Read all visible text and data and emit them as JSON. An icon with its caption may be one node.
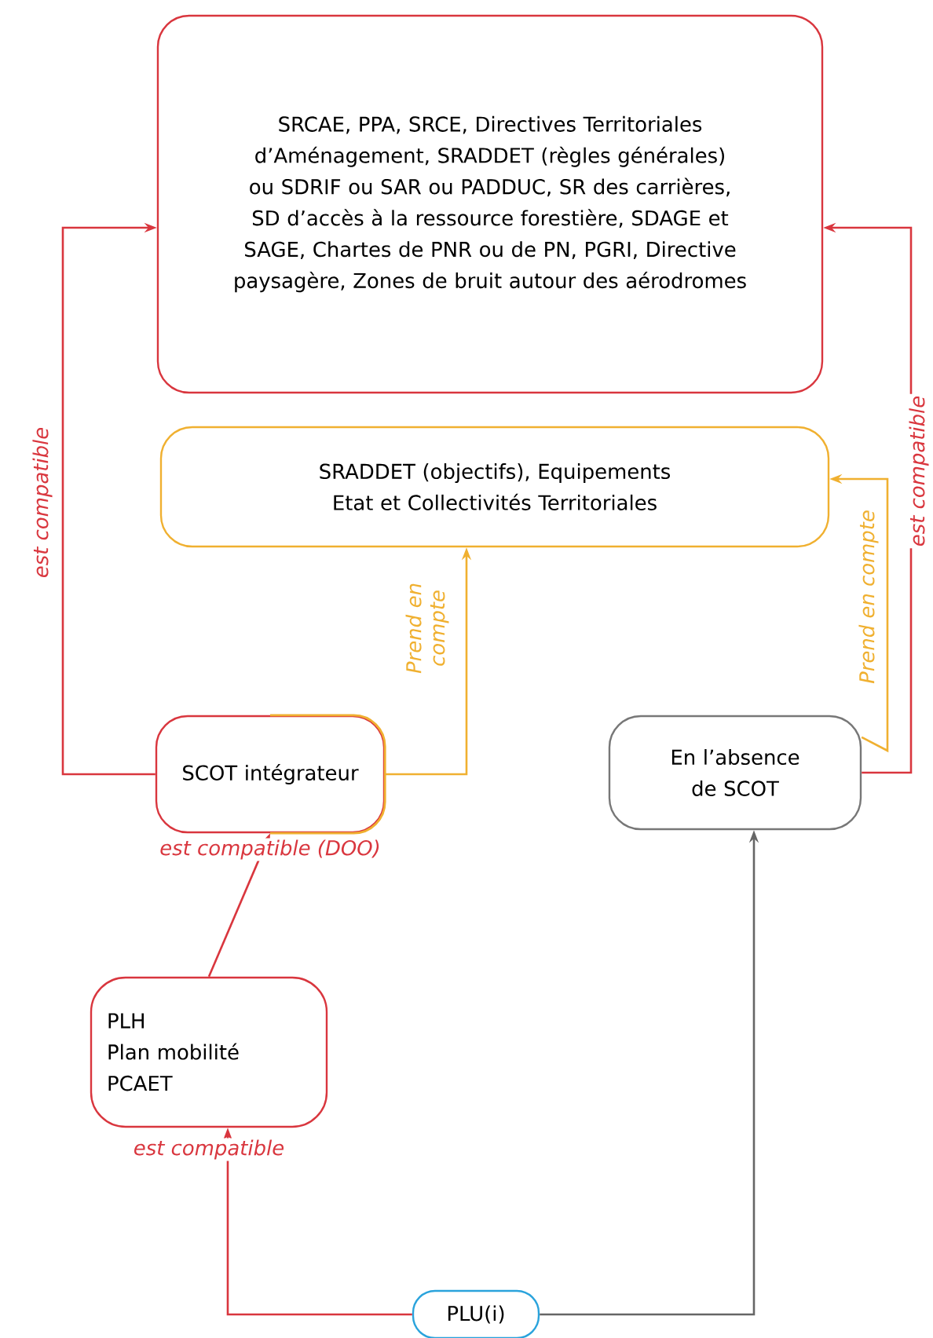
{
  "diagram": {
    "nodes": [
      {
        "text": [
          "SRCAE, PPA, SRCE, Directives Territoriales d’Aménagement, SRADDET (règles générales) ou SDRIF ou SAR ou PADDUC, SR des carrières, SD d’accès à la ressource forestière, SDAGE et SAGE, Chartes de PNR ou de PN, PGRI, Directive paysagère, Zones de bruit autour des aérodromes"
        ]
      },
      {
        "text": [
          "SRADDET (objectifs), Equipements Etat et Collectivités Territoriales"
        ]
      },
      {
        "text": [
          "SCOT intégrateur"
        ]
      },
      {
        "text": [
          "En l’absence de SCOT"
        ]
      },
      {
        "text": [
          "PLH",
          "Plan mobilité",
          "PCAET"
        ]
      },
      {
        "text": [
          "PLU(i)"
        ]
      }
    ],
    "edges": [
      {
        "from": 2,
        "to": 0,
        "arrow": "to",
        "label": "est compatible",
        "color": "#d9363e"
      },
      {
        "from": 2,
        "to": 1,
        "arrow": "to",
        "label": "Prend en compte",
        "color": "#f0b030"
      },
      {
        "from": 3,
        "to": 1,
        "arrow": "to",
        "label": "Prend en compte",
        "color": "#f0b030"
      },
      {
        "from": 3,
        "to": 0,
        "arrow": "to",
        "label": "est compatible",
        "color": "#d9363e"
      },
      {
        "from": 4,
        "to": 2,
        "arrow": "to",
        "label": "est compatible (DOO)",
        "color": "#d9363e"
      },
      {
        "from": 5,
        "to": 4,
        "arrow": "to",
        "label": "est compatible",
        "color": "#d9363e"
      },
      {
        "from": 5,
        "to": 3,
        "arrow": "to",
        "color": "#666666"
      }
    ]
  }
}
